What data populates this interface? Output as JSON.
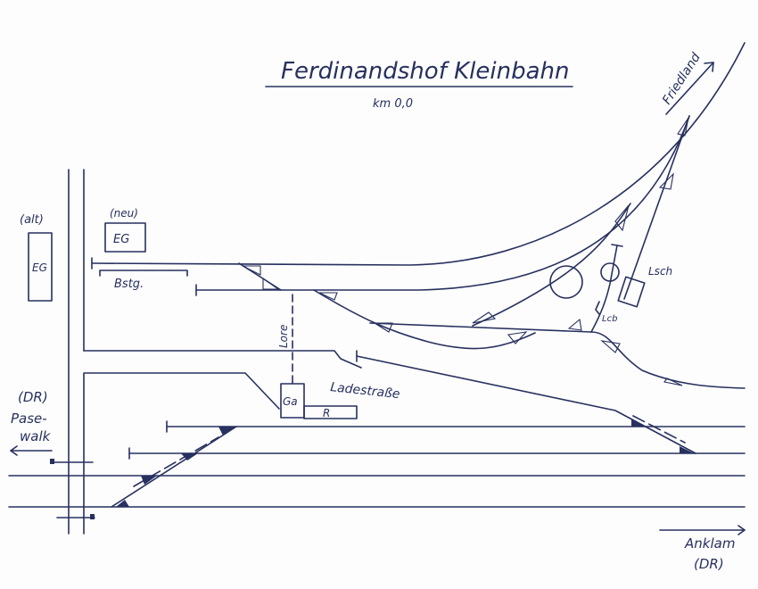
{
  "title": "Ferdinandshof Kleinbahn",
  "km": "km 0,0",
  "labels": {
    "friedland": "Friedland",
    "alt": "(alt)",
    "eg_alt": "EG",
    "neu": "(neu)",
    "eg_neu": "EG",
    "bstg": "Bstg.",
    "lore": "Lore",
    "ladestrasse": "Ladestraße",
    "ga": "Ga",
    "r": "R",
    "lsch": "Lsch",
    "lcb": "Lcb",
    "dr_left": "(DR)",
    "pasewalk_1": "Pase-",
    "pasewalk_2": "walk",
    "anklam": "Anklam",
    "dr_right": "(DR)"
  },
  "colors": {
    "ink": "#27305e"
  }
}
